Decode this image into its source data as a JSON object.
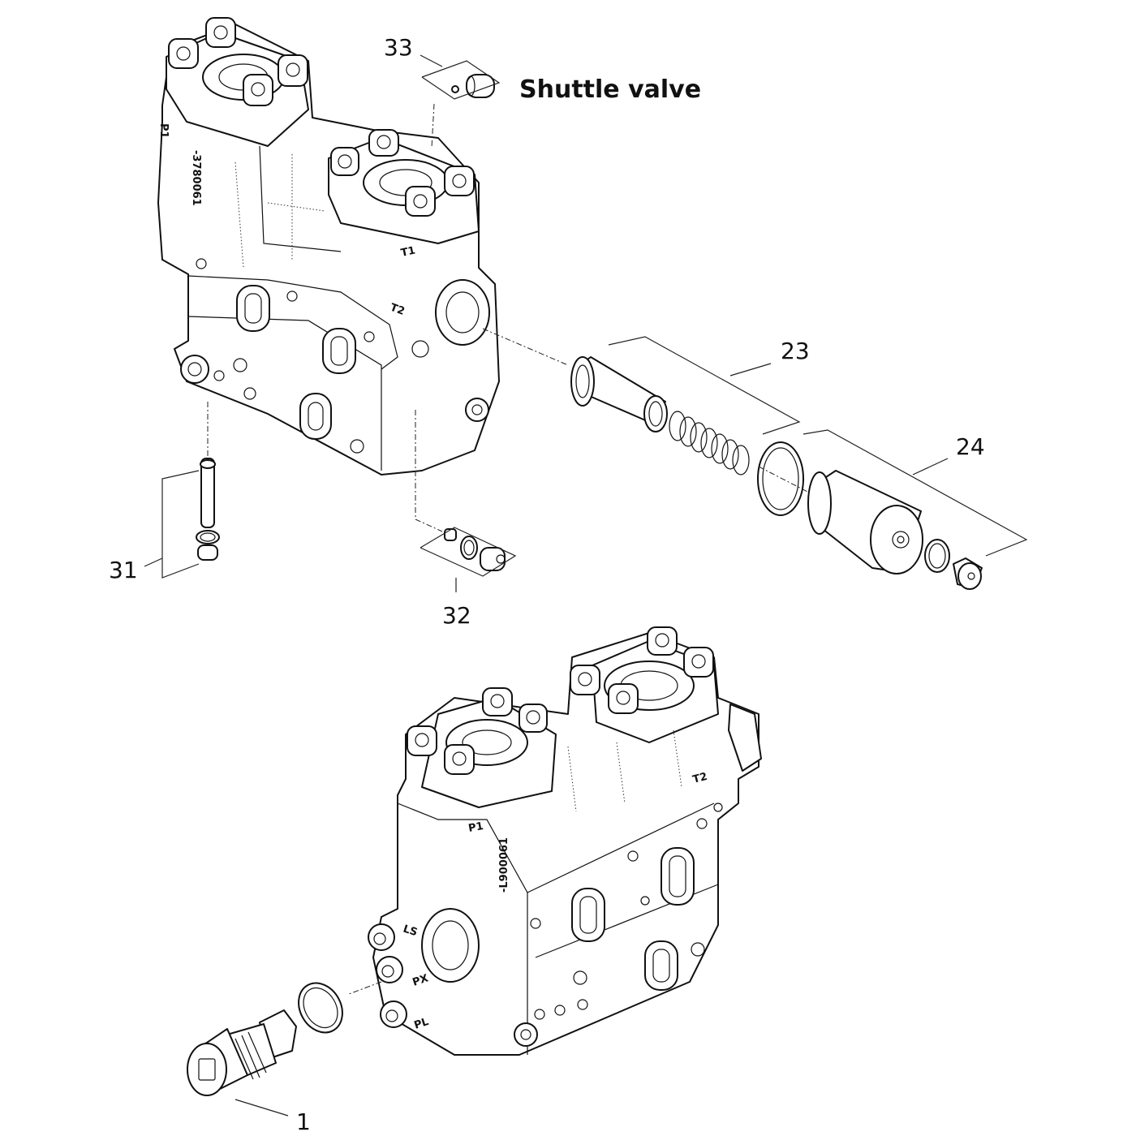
{
  "title": "Shuttle valve",
  "callouts": {
    "c33": "33",
    "c23": "23",
    "c24": "24",
    "c31": "31",
    "c32": "32",
    "c1": "1"
  },
  "port_stamps": {
    "upper_t1": "T1",
    "upper_t2": "T2",
    "upper_p1": "P1",
    "upper_serial": "-3780061",
    "lower_p1": "P1",
    "lower_t2": "T2",
    "lower_ls": "LS",
    "lower_px": "PX",
    "lower_pl": "PL",
    "lower_serial": "-L900061"
  }
}
